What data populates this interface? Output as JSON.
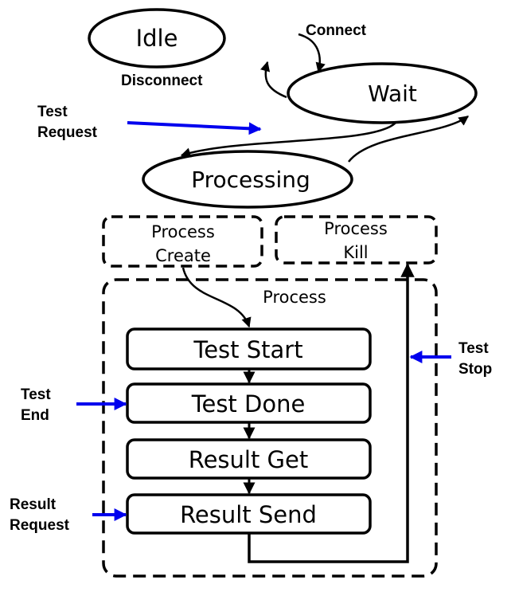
{
  "states": {
    "idle": "Idle",
    "wait": "Wait",
    "processing": "Processing"
  },
  "transitions": {
    "connect": "Connect",
    "disconnect": "Disconnect"
  },
  "boxes": {
    "process_create": [
      "Process",
      "Create"
    ],
    "process_kill": [
      "Process",
      "Kill"
    ],
    "process": "Process"
  },
  "steps": [
    "Test Start",
    "Test Done",
    "Result Get",
    "Result Send"
  ],
  "inputs": {
    "test_request": [
      "Test",
      "Request"
    ],
    "test_end": [
      "Test",
      "End"
    ],
    "result_request": [
      "Result",
      "Request"
    ],
    "test_stop": [
      "Test",
      "Stop"
    ]
  },
  "colors": {
    "input_arrow": "#0000ee",
    "line": "#000000"
  }
}
